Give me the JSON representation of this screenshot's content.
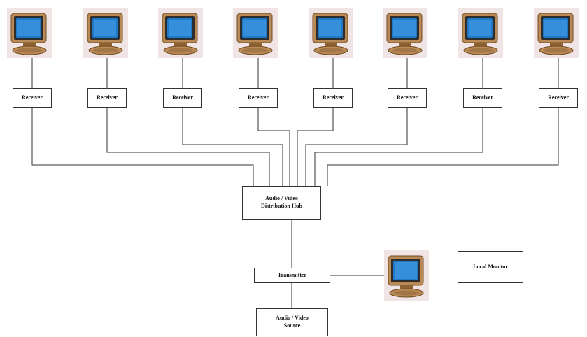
{
  "diagram": {
    "receivers": [
      {
        "label": "Receiver"
      },
      {
        "label": "Receiver"
      },
      {
        "label": "Receiver"
      },
      {
        "label": "Receiver"
      },
      {
        "label": "Receiver"
      },
      {
        "label": "Receiver"
      },
      {
        "label": "Receiver"
      },
      {
        "label": "Receiver"
      }
    ],
    "hub": {
      "label": "Audio / Video\nDistribution Hub"
    },
    "transmitter": {
      "label": "Transmitter"
    },
    "source": {
      "label": "Audio / Video\nSource"
    },
    "local_monitor": {
      "label": "Local Monitor"
    },
    "icons": {
      "remote_monitor": "computer-monitor-icon",
      "local_monitor": "computer-monitor-icon"
    },
    "colors": {
      "icon_background": "#f1e4e4",
      "screen": "#1f78c8",
      "monitor_body": "#b98a55",
      "wire": "#333333"
    }
  }
}
